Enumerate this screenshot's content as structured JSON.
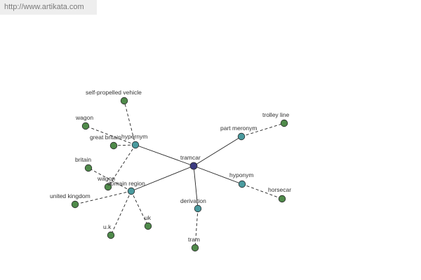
{
  "header": {
    "url": "http://www.artikata.com"
  },
  "colors": {
    "center_node": "#3b3a7f",
    "relation_node": "#4a9a9e",
    "leaf_node": "#4f8a4a",
    "node_stroke": "#2a2a2a",
    "edge": "#222222"
  },
  "graph": {
    "center": {
      "label": "tramcar"
    },
    "relations": [
      {
        "label": "hypernym",
        "leaves": [
          "self-propelled vehicle",
          "wagon",
          "great britain",
          "wagon"
        ]
      },
      {
        "label": "part meronym",
        "leaves": [
          "trolley line"
        ]
      },
      {
        "label": "domain region",
        "leaves": [
          "britain",
          "united kingdom",
          "u.k",
          "uk"
        ]
      },
      {
        "label": "hyponym",
        "leaves": [
          "horsecar"
        ]
      },
      {
        "label": "derivation",
        "leaves": [
          "tram"
        ]
      }
    ]
  }
}
